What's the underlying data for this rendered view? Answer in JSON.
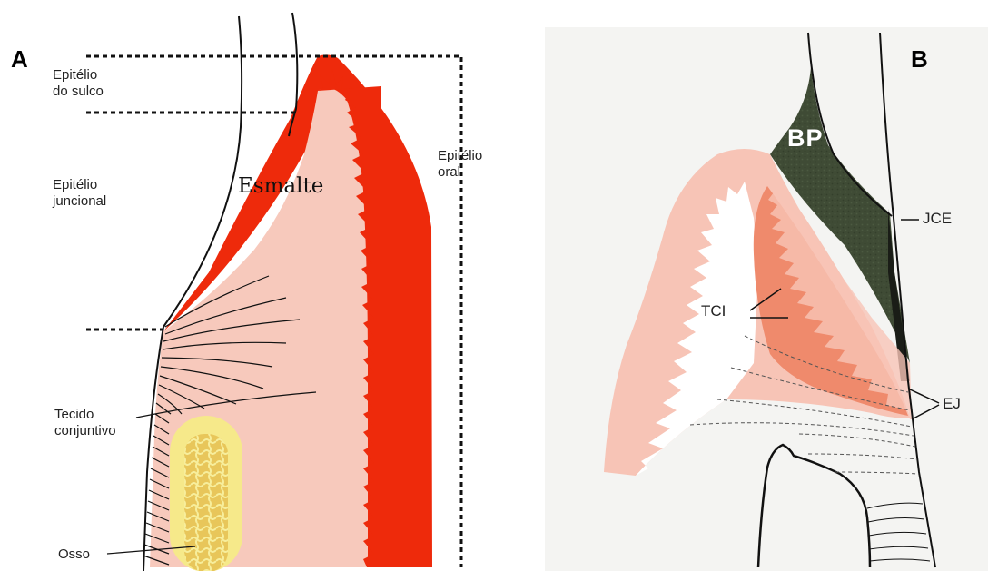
{
  "panel_a": {
    "letter": "A",
    "labels": {
      "sulcular_epithelium": [
        "Epitélio",
        "do sulco"
      ],
      "junctional_epithelium": [
        "Epitélio",
        "juncional"
      ],
      "oral_epithelium": [
        "Epitélio",
        "oral"
      ],
      "connective_tissue": [
        "Tecido",
        "conjuntivo"
      ],
      "bone": "Osso",
      "enamel": "Esmalte"
    }
  },
  "panel_b": {
    "letter": "B",
    "labels": {
      "bp": "BP",
      "jce": "JCE",
      "tci": "TCI",
      "ej": "EJ"
    }
  },
  "colors": {
    "enamel_red": "#ee2a0b",
    "gingiva_pink": "#f7c9bc",
    "bone_yellow": "#f6e98a",
    "bone_center": "#e9c95a",
    "plaque_green": "#3d4a33",
    "inflamed_salmon": "#ef8a6c",
    "panel_b_bg": "#f4f4f2"
  }
}
